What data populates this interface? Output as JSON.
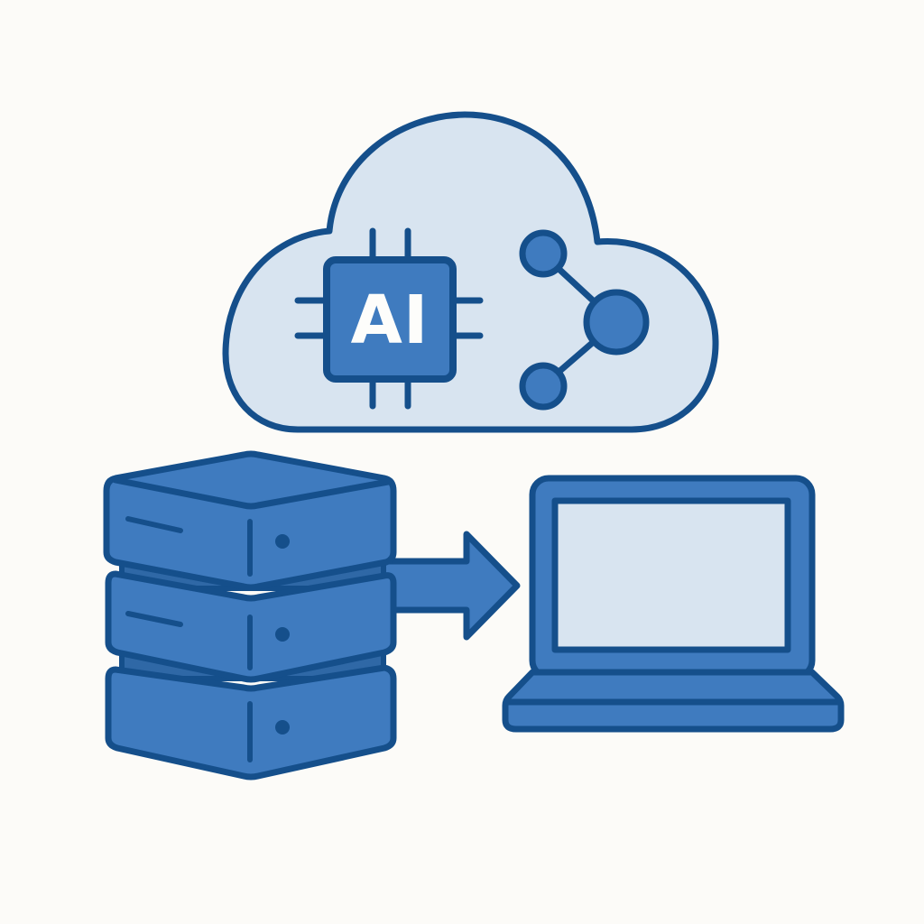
{
  "illustration": {
    "title": "AI cloud computing data transfer",
    "cloud": {
      "chip_label": "AI",
      "icons": [
        "ai-chip-icon",
        "share-network-icon"
      ]
    },
    "server_stack": {
      "units": 3
    },
    "arrow": {
      "direction": "right"
    },
    "laptop": {
      "screen": "blank"
    }
  },
  "colors": {
    "background": "#fcfbf8",
    "outline": "#154f8b",
    "fill_primary": "#3f7bbf",
    "fill_light": "#d8e4f0",
    "text_on_chip": "#fdfdfb"
  }
}
